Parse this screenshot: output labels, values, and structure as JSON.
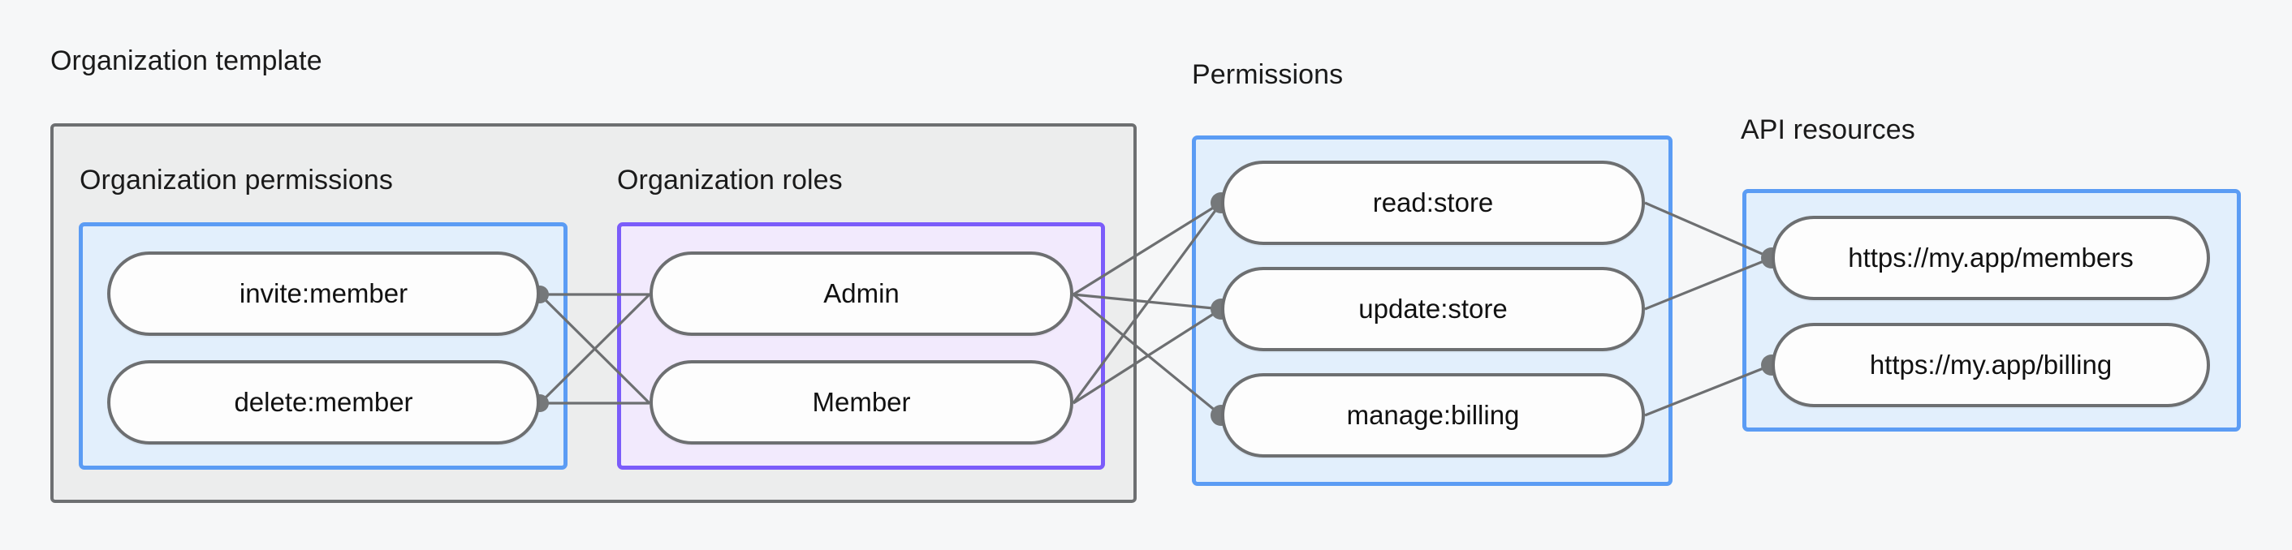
{
  "diagram": {
    "title_visible": false,
    "background_color": "#f6f7f8",
    "groups": [
      {
        "id": "org-template",
        "label": "Organization template",
        "style": "gray",
        "border_color": "#6d6f71",
        "fill_color": "#eceded"
      },
      {
        "id": "org-permissions",
        "label": "Organization permissions",
        "style": "blue",
        "border_color": "#5b9cf4",
        "fill_color": "#e2effc"
      },
      {
        "id": "org-roles",
        "label": "Organization roles",
        "style": "purple",
        "border_color": "#7b5cfa",
        "fill_color": "#f2eafd"
      },
      {
        "id": "permissions",
        "label": "Permissions",
        "style": "blue",
        "border_color": "#5b9cf4",
        "fill_color": "#e2effc"
      },
      {
        "id": "api-resources",
        "label": "API resources",
        "style": "blue",
        "border_color": "#5b9cf4",
        "fill_color": "#e2effc"
      }
    ],
    "nodes": {
      "org_permissions": [
        {
          "id": "invite-member",
          "label": "invite:member"
        },
        {
          "id": "delete-member",
          "label": "delete:member"
        }
      ],
      "org_roles": [
        {
          "id": "admin",
          "label": "Admin"
        },
        {
          "id": "member",
          "label": "Member"
        }
      ],
      "permissions": [
        {
          "id": "read-store",
          "label": "read:store"
        },
        {
          "id": "update-store",
          "label": "update:store"
        },
        {
          "id": "manage-billing",
          "label": "manage:billing"
        }
      ],
      "api_resources": [
        {
          "id": "members-url",
          "label": "https://my.app/members"
        },
        {
          "id": "billing-url",
          "label": "https://my.app/billing"
        }
      ]
    },
    "edges": [
      {
        "from": "invite-member",
        "to": "admin"
      },
      {
        "from": "invite-member",
        "to": "member"
      },
      {
        "from": "delete-member",
        "to": "admin"
      },
      {
        "from": "delete-member",
        "to": "member"
      },
      {
        "from": "admin",
        "to": "read-store"
      },
      {
        "from": "admin",
        "to": "update-store"
      },
      {
        "from": "admin",
        "to": "manage-billing"
      },
      {
        "from": "member",
        "to": "read-store"
      },
      {
        "from": "member",
        "to": "update-store"
      },
      {
        "from": "read-store",
        "to": "members-url"
      },
      {
        "from": "update-store",
        "to": "members-url"
      },
      {
        "from": "manage-billing",
        "to": "billing-url"
      }
    ],
    "edge_color": "#6d6f71",
    "connector_dot_color": "#75787a"
  }
}
